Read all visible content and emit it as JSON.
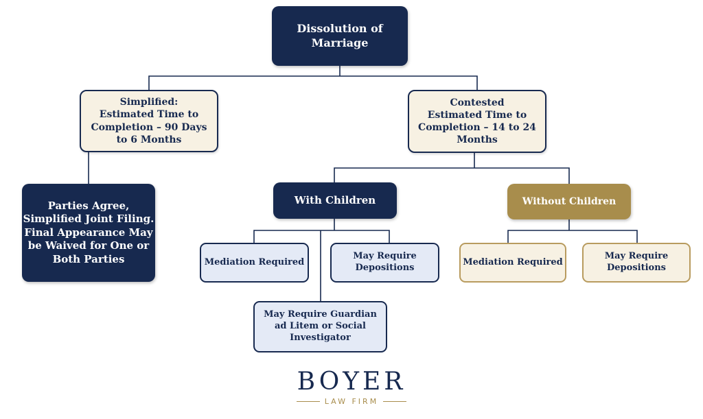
{
  "diagram": {
    "root": {
      "label": "Dissolution of\nMarriage"
    },
    "simplified": {
      "label": "Simplified:\nEstimated Time to\nCompletion – 90 Days\nto 6 Months"
    },
    "simplified_detail": {
      "label": "Parties Agree,\nSimplified Joint Filing.\nFinal Appearance May\nbe Waived for One or\nBoth Parties"
    },
    "contested": {
      "label": "Contested\nEstimated Time to\nCompletion – 14 to 24\nMonths"
    },
    "with_children": {
      "label": "With Children"
    },
    "without_children": {
      "label": "Without Children"
    },
    "wc_mediation": {
      "label": "Mediation Required"
    },
    "wc_depositions": {
      "label": "May Require\nDepositions"
    },
    "wc_guardian": {
      "label": "May Require Guardian\nad Litem or Social\nInvestigator"
    },
    "woc_mediation": {
      "label": "Mediation Required"
    },
    "woc_depositions": {
      "label": "May Require\nDepositions"
    }
  },
  "logo": {
    "name": "BOYER",
    "subtitle": "LAW FIRM"
  },
  "colors": {
    "navy": "#17294f",
    "cream": "#f7f1e3",
    "gold": "#a88d4c",
    "light_blue": "#e4eaf6",
    "line": "#17294f"
  }
}
